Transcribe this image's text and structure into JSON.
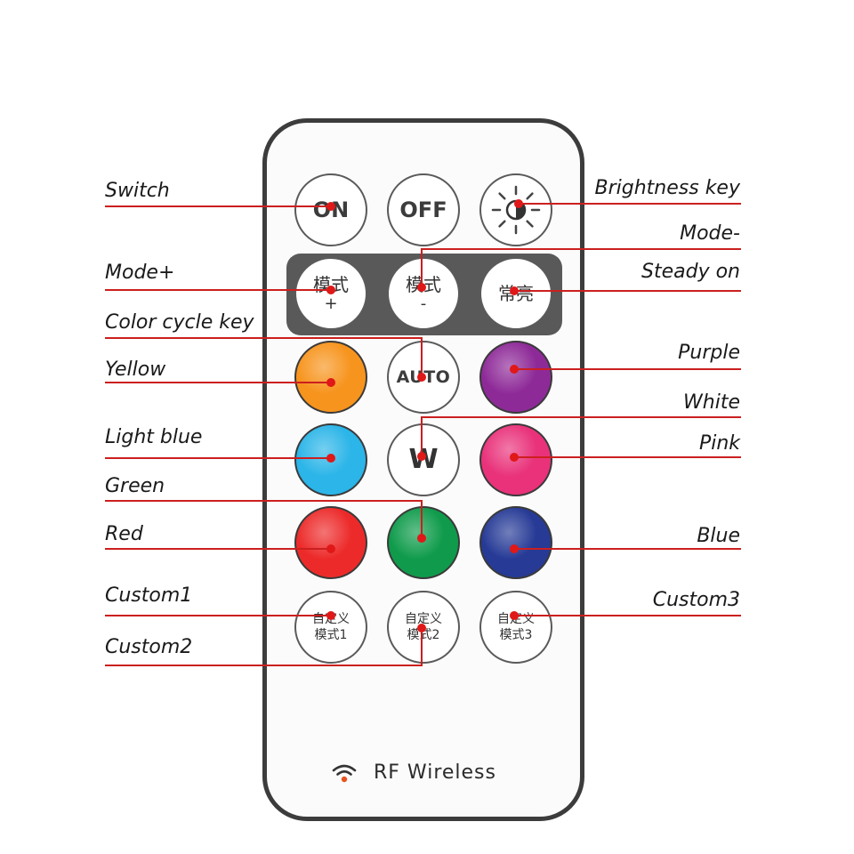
{
  "buttons": {
    "on": "ON",
    "off": "OFF",
    "mode_plus": {
      "line1": "模式",
      "line2": "+"
    },
    "mode_minus": {
      "line1": "模式",
      "line2": "-"
    },
    "steady_on": "常亮",
    "auto": "AUTO",
    "white": "W",
    "custom1": {
      "line1": "自定义",
      "line2": "模式1"
    },
    "custom2": {
      "line1": "自定义",
      "line2": "模式2"
    },
    "custom3": {
      "line1": "自定义",
      "line2": "模式3"
    }
  },
  "button_colors": {
    "yellow": "#f7941d",
    "purple": "#8e2a98",
    "light_blue": "#2bb5e8",
    "pink": "#e9327a",
    "red": "#ed2a2a",
    "green": "#0f9b4b",
    "blue": "#263a96"
  },
  "callout_labels": {
    "switch": "Switch",
    "brightness_key": "Brightness key",
    "mode_minus": "Mode-",
    "mode_plus": "Mode+",
    "steady_on": "Steady on",
    "color_cycle_key": "Color cycle key",
    "yellow": "Yellow",
    "purple": "Purple",
    "white": "White",
    "light_blue": "Light blue",
    "pink": "Pink",
    "green": "Green",
    "red": "Red",
    "blue": "Blue",
    "custom1": "Custom1",
    "custom3": "Custom3",
    "custom2": "Custom2"
  },
  "brand": {
    "text": "RF Wireless",
    "icon": "wifi-signal-icon"
  },
  "colors": {
    "callout_line": "#cc1f1f",
    "callout_dot": "#e01818"
  }
}
